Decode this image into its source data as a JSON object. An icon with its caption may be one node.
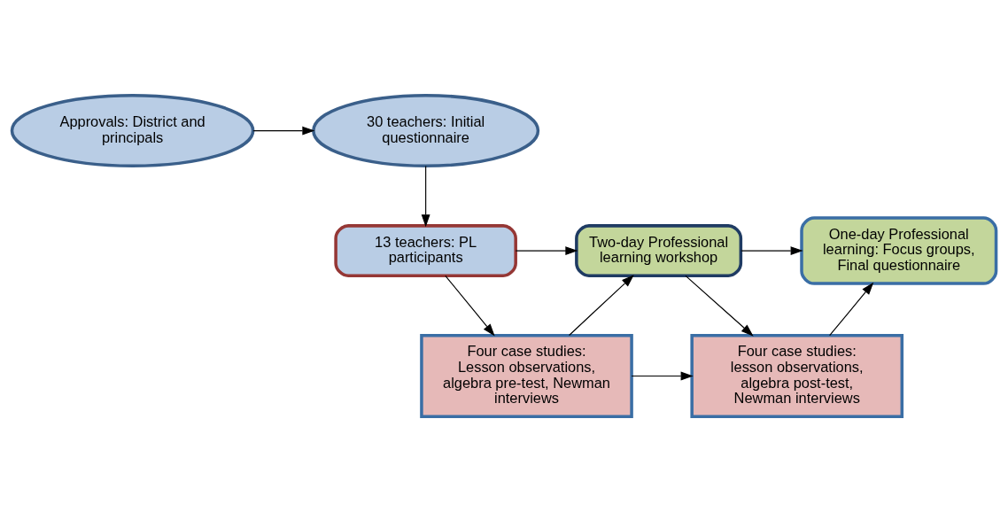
{
  "diagram": {
    "nodes": [
      {
        "text": [
          "Approvals: District and principals"
        ]
      },
      {
        "text": [
          "30 teachers: Initial questionnaire"
        ]
      },
      {
        "text": [
          "13 teachers: PL participants"
        ]
      },
      {
        "text": [
          "Two-day Professional learning workshop"
        ]
      },
      {
        "text": [
          "One-day Professional learning: Focus groups, Final questionnaire"
        ]
      },
      {
        "text": [
          "Four case studies: Lesson observations, algebra pre-test, Newman interviews"
        ]
      },
      {
        "text": [
          "Four case studies: lesson observations, algebra post-test, Newman interviews"
        ]
      }
    ],
    "edges": [
      {
        "from": 0,
        "to": 1,
        "arrow": "to"
      },
      {
        "from": 1,
        "to": 2,
        "arrow": "to"
      },
      {
        "from": 2,
        "to": 3,
        "arrow": "to"
      },
      {
        "from": 2,
        "to": 5,
        "arrow": "to"
      },
      {
        "from": 5,
        "to": 3,
        "arrow": "to"
      },
      {
        "from": 3,
        "to": 4,
        "arrow": "to"
      },
      {
        "from": 3,
        "to": 6,
        "arrow": "to"
      },
      {
        "from": 5,
        "to": 6,
        "arrow": "to"
      },
      {
        "from": 6,
        "to": 4,
        "arrow": "to"
      }
    ]
  }
}
